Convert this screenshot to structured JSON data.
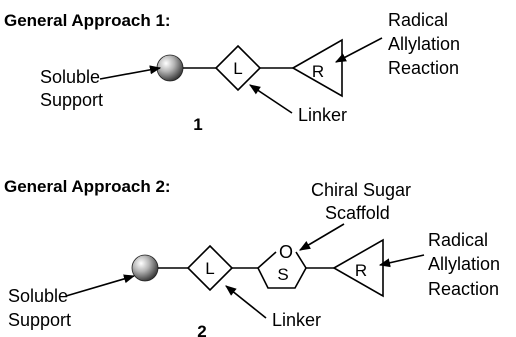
{
  "approach1": {
    "heading": "General Approach 1:",
    "compound_number": "1",
    "support_label_line1": "Soluble",
    "support_label_line2": "Support",
    "linker_symbol": "L",
    "linker_label": "Linker",
    "reaction_symbol": "R",
    "reaction_label_line1": "Radical",
    "reaction_label_line2": "Allylation",
    "reaction_label_line3": "Reaction"
  },
  "approach2": {
    "heading": "General Approach 2:",
    "compound_number": "2",
    "support_label_line1": "Soluble",
    "support_label_line2": "Support",
    "linker_symbol": "L",
    "linker_label": "Linker",
    "scaffold_ring_oxygen": "O",
    "scaffold_symbol": "S",
    "scaffold_label_line1": "Chiral Sugar",
    "scaffold_label_line2": "Scaffold",
    "reaction_symbol": "R",
    "reaction_label_line1": "Radical",
    "reaction_label_line2": "Allylation",
    "reaction_label_line3": "Reaction"
  },
  "colors": {
    "ink": "#000000",
    "background": "#ffffff"
  }
}
